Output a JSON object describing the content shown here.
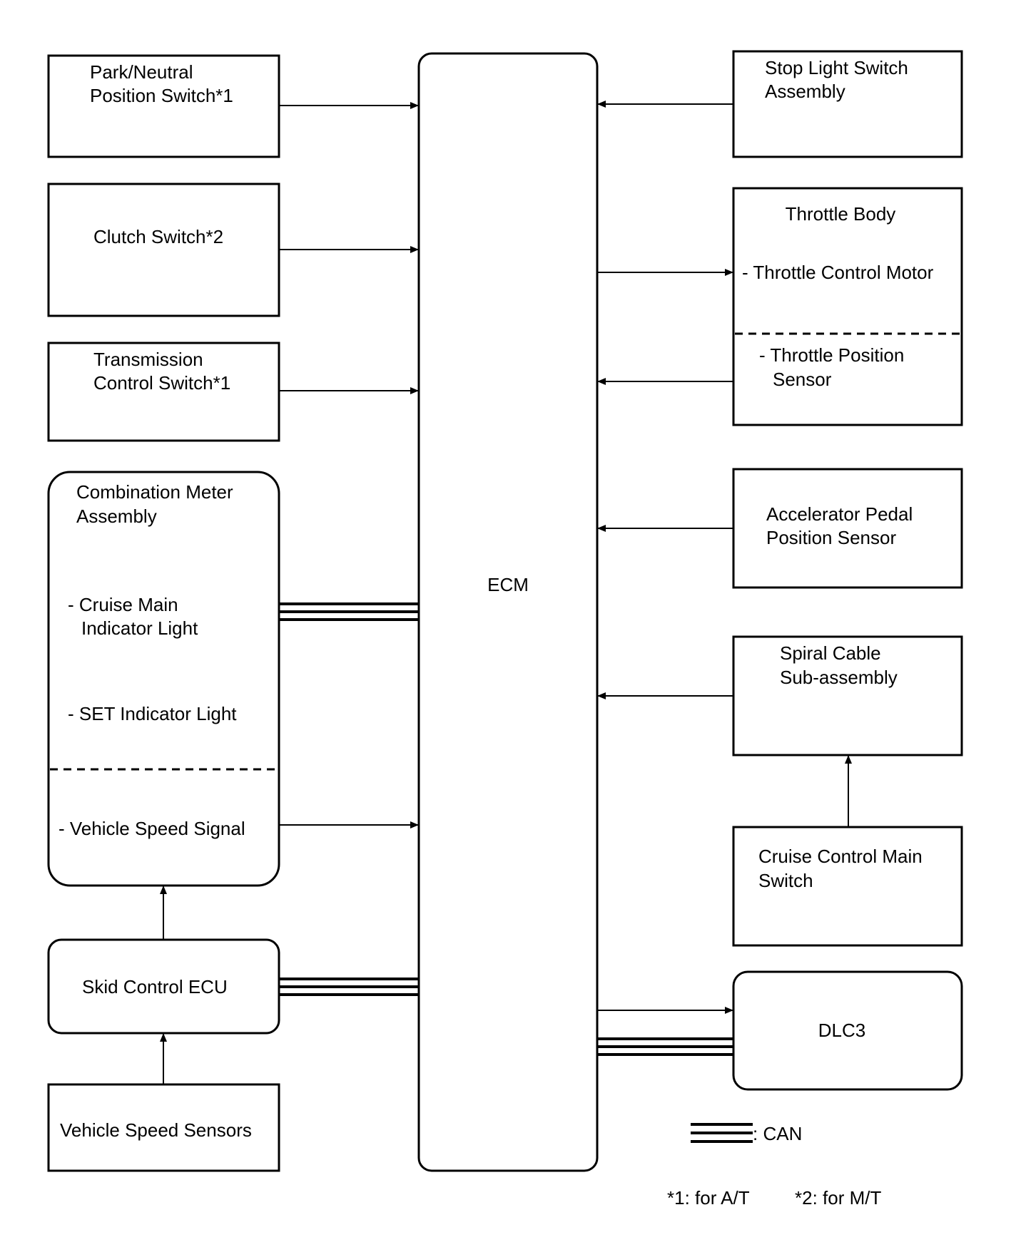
{
  "left": {
    "park_neutral": [
      "Park/Neutral",
      "Position Switch*1"
    ],
    "clutch": "Clutch Switch*2",
    "transmission": [
      "Transmission",
      "Control Switch*1"
    ],
    "combination_meter": {
      "title": [
        "Combination Meter",
        "Assembly"
      ],
      "cruise_main_indicator": [
        "- Cruise Main",
        "Indicator Light"
      ],
      "set_indicator": "- SET Indicator Light",
      "vehicle_speed_signal": "- Vehicle Speed Signal"
    },
    "skid_control": "Skid Control ECU",
    "vehicle_speed_sensors": "Vehicle Speed Sensors"
  },
  "center": {
    "ecm": "ECM"
  },
  "right": {
    "stop_light": [
      "Stop Light Switch",
      "Assembly"
    ],
    "throttle_body": {
      "title": "Throttle Body",
      "motor": "- Throttle Control Motor",
      "sensor": [
        "- Throttle Position",
        "Sensor"
      ]
    },
    "accelerator": [
      "Accelerator Pedal",
      "Position Sensor"
    ],
    "spiral_cable": [
      "Spiral Cable",
      "Sub-assembly"
    ],
    "cruise_main_switch": [
      "Cruise Control Main",
      "Switch"
    ],
    "dlc3": "DLC3"
  },
  "legend": {
    "can": ": CAN",
    "note1": "*1: for A/T",
    "note2": "*2: for M/T"
  }
}
